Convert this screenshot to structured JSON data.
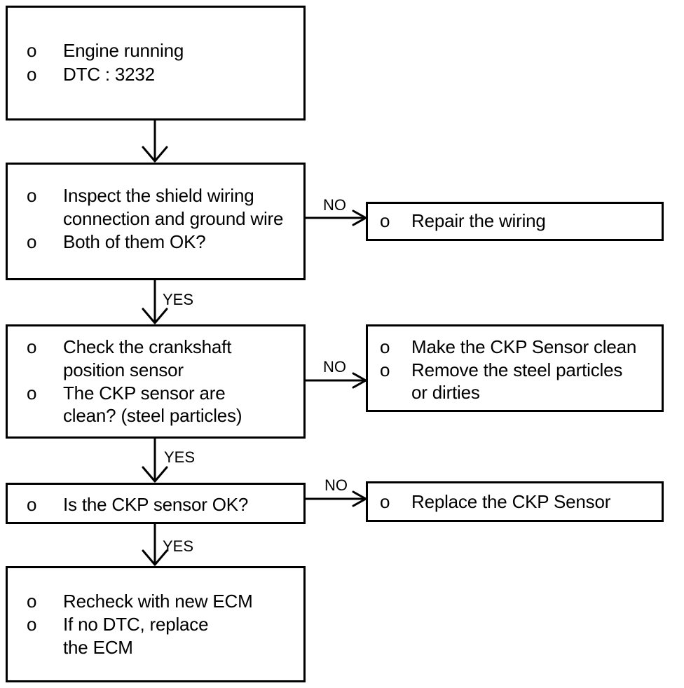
{
  "boxes": {
    "start": {
      "items": [
        {
          "bullet": "o",
          "text": "Engine running"
        },
        {
          "bullet": "o",
          "text": "DTC : 3232"
        }
      ]
    },
    "inspect": {
      "items": [
        {
          "bullet": "o",
          "text": "Inspect the shield wiring"
        },
        {
          "bullet": "",
          "text": "connection and ground wire"
        },
        {
          "bullet": "o",
          "text": "Both of them OK?"
        }
      ]
    },
    "repair": {
      "items": [
        {
          "bullet": "o",
          "text": "Repair the wiring"
        }
      ]
    },
    "check": {
      "items": [
        {
          "bullet": "o",
          "text": "Check the crankshaft"
        },
        {
          "bullet": "",
          "text": "position sensor"
        },
        {
          "bullet": "o",
          "text": "The CKP sensor are"
        },
        {
          "bullet": "",
          "text": "clean? (steel particles)"
        }
      ]
    },
    "clean": {
      "items": [
        {
          "bullet": "o",
          "text": "Make the CKP Sensor clean"
        },
        {
          "bullet": "o",
          "text": "Remove the steel particles"
        },
        {
          "bullet": "",
          "text": "or dirties"
        }
      ]
    },
    "ckp_ok": {
      "items": [
        {
          "bullet": "o",
          "text": "Is the CKP sensor OK?"
        }
      ]
    },
    "replace": {
      "items": [
        {
          "bullet": "o",
          "text": "Replace the CKP Sensor"
        }
      ]
    },
    "recheck": {
      "items": [
        {
          "bullet": "o",
          "text": "Recheck with new ECM"
        },
        {
          "bullet": "o",
          "text": "If no DTC, replace"
        },
        {
          "bullet": "",
          "text": "the ECM"
        }
      ]
    }
  },
  "labels": {
    "no1": "NO",
    "no2": "NO",
    "no3": "NO",
    "yes1": "YES",
    "yes2": "YES",
    "yes3": "YES"
  }
}
